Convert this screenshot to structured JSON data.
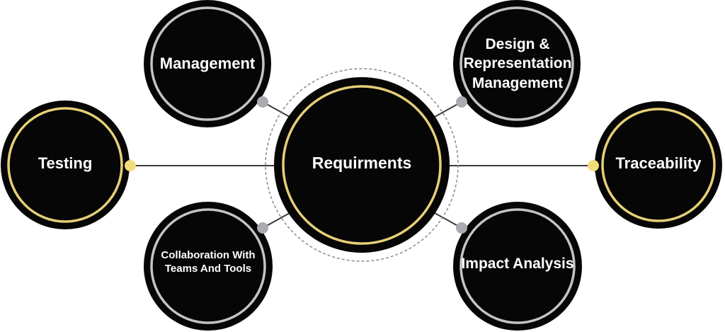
{
  "colors": {
    "node_fill": "#060606",
    "silver_ring": "#c4c4c6",
    "gold_ring": "#e6cf78",
    "connector": "#3a3a3a",
    "silver_dot": "#a9abb0",
    "gold_dot": "#f2dd7a",
    "dashed_outline": "#8a8a8a"
  },
  "center": {
    "label": "Requirments"
  },
  "nodes": [
    {
      "id": "management",
      "label": "Management",
      "ring": "silver"
    },
    {
      "id": "design",
      "label": "Design &\nRepresentation\nManagement",
      "ring": "silver"
    },
    {
      "id": "testing",
      "label": "Testing",
      "ring": "gold"
    },
    {
      "id": "traceability",
      "label": "Traceability",
      "ring": "gold"
    },
    {
      "id": "collaboration",
      "label": "Collaboration With\nTeams And Tools",
      "ring": "silver"
    },
    {
      "id": "impact",
      "label": "Impact Analysis",
      "ring": "silver"
    }
  ]
}
